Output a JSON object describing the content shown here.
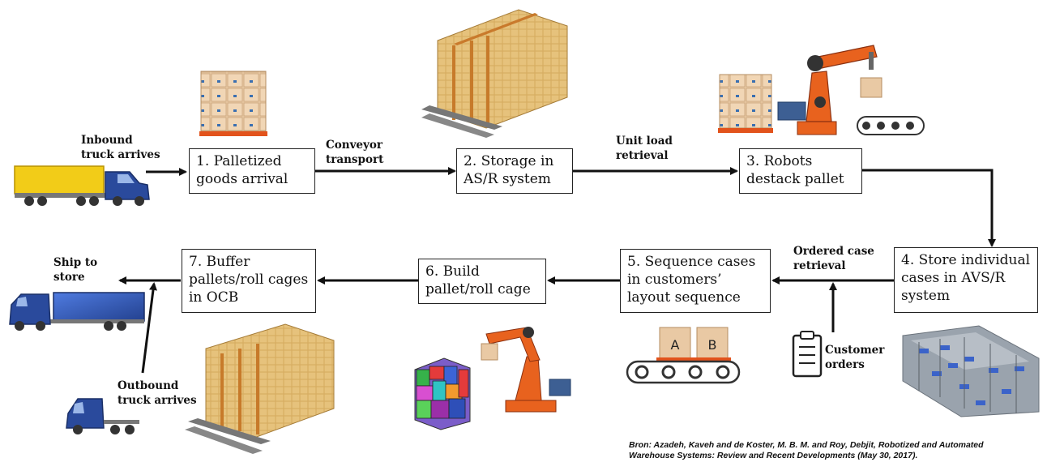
{
  "steps": [
    {
      "id": "1",
      "lines": [
        "1. Palletized",
        "goods arrival"
      ]
    },
    {
      "id": "2",
      "lines": [
        "2. Storage in",
        "AS/R system"
      ]
    },
    {
      "id": "3",
      "lines": [
        "3. Robots",
        "destack pallet"
      ]
    },
    {
      "id": "4",
      "lines": [
        "4. Store individual",
        "cases in AVS/R",
        "system"
      ]
    },
    {
      "id": "5",
      "lines": [
        "5. Sequence cases",
        "in customers’",
        "layout sequence"
      ]
    },
    {
      "id": "6",
      "lines": [
        "6. Build",
        "pallet/roll cage"
      ]
    },
    {
      "id": "7",
      "lines": [
        "7. Buffer",
        "pallets/roll cages",
        "in OCB"
      ]
    }
  ],
  "edge_labels": {
    "inbound": [
      "Inbound",
      "truck arrives"
    ],
    "conveyor": [
      "Conveyor",
      "transport"
    ],
    "unit_load": [
      "Unit load",
      "retrieval"
    ],
    "ordered_case": [
      "Ordered case",
      "retrieval"
    ],
    "customer_orders": [
      "Customer",
      "orders"
    ],
    "ship_to_store": [
      "Ship to",
      "store"
    ],
    "outbound": [
      "Outbound",
      "truck arrives"
    ]
  },
  "case_labels": {
    "a": "A",
    "b": "B"
  },
  "credit": [
    "Bron: Azadeh, Kaveh and de Koster, M. B. M. and Roy, Debjit, Robotized and Automated",
    "Warehouse Systems: Review and Recent Developments (May 30, 2017)."
  ],
  "colors": {
    "arrow": "#111111",
    "truck_cab": "#2a4a9c",
    "trailer_yellow": "#f2cc18",
    "trailer_blue": "#3b6bcf",
    "robot_orange": "#e8621e",
    "rack_tan": "#d7ad62",
    "carton": "#e9c9a4"
  }
}
